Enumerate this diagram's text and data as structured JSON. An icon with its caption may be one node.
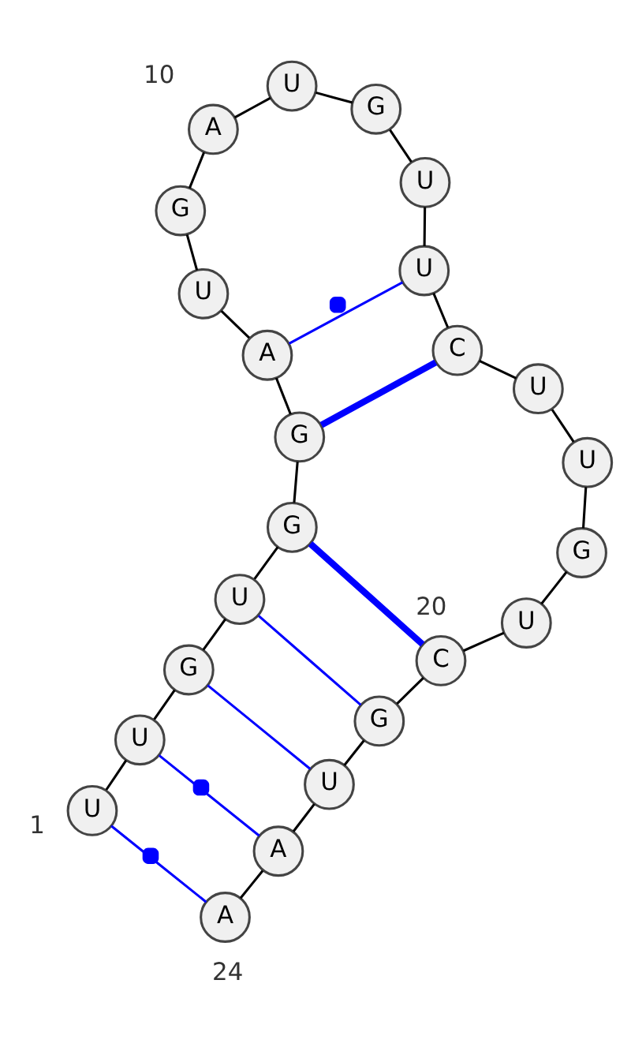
{
  "diagram": {
    "nodes": [
      {
        "text": [
          "U"
        ],
        "beside": [
          "1"
        ]
      },
      {
        "text": [
          "U"
        ]
      },
      {
        "text": [
          "G"
        ]
      },
      {
        "text": [
          "U"
        ]
      },
      {
        "text": [
          "G"
        ]
      },
      {
        "text": [
          "G"
        ]
      },
      {
        "text": [
          "A"
        ]
      },
      {
        "text": [
          "U"
        ]
      },
      {
        "text": [
          "G"
        ]
      },
      {
        "text": [
          "A"
        ],
        "beside": [
          "10"
        ]
      },
      {
        "text": [
          "U"
        ]
      },
      {
        "text": [
          "G"
        ]
      },
      {
        "text": [
          "U"
        ]
      },
      {
        "text": [
          "U"
        ]
      },
      {
        "text": [
          "C"
        ]
      },
      {
        "text": [
          "U"
        ]
      },
      {
        "text": [
          "U"
        ]
      },
      {
        "text": [
          "G"
        ]
      },
      {
        "text": [
          "U"
        ]
      },
      {
        "text": [
          "C"
        ],
        "beside": [
          "20"
        ]
      },
      {
        "text": [
          "G"
        ]
      },
      {
        "text": [
          "U"
        ]
      },
      {
        "text": [
          "A"
        ]
      },
      {
        "text": [
          "A"
        ],
        "beside": [
          "24"
        ]
      }
    ],
    "edges": [
      {
        "from": 0,
        "to": 1,
        "arrow": "none"
      },
      {
        "from": 1,
        "to": 2,
        "arrow": "none"
      },
      {
        "from": 2,
        "to": 3,
        "arrow": "none"
      },
      {
        "from": 3,
        "to": 4,
        "arrow": "none"
      },
      {
        "from": 4,
        "to": 5,
        "arrow": "none"
      },
      {
        "from": 5,
        "to": 6,
        "arrow": "none"
      },
      {
        "from": 6,
        "to": 7,
        "arrow": "none"
      },
      {
        "from": 7,
        "to": 8,
        "arrow": "none"
      },
      {
        "from": 8,
        "to": 9,
        "arrow": "none"
      },
      {
        "from": 9,
        "to": 10,
        "arrow": "none"
      },
      {
        "from": 10,
        "to": 11,
        "arrow": "none"
      },
      {
        "from": 11,
        "to": 12,
        "arrow": "none"
      },
      {
        "from": 12,
        "to": 13,
        "arrow": "none"
      },
      {
        "from": 13,
        "to": 14,
        "arrow": "none"
      },
      {
        "from": 14,
        "to": 15,
        "arrow": "none"
      },
      {
        "from": 15,
        "to": 16,
        "arrow": "none"
      },
      {
        "from": 16,
        "to": 17,
        "arrow": "none"
      },
      {
        "from": 17,
        "to": 18,
        "arrow": "none"
      },
      {
        "from": 18,
        "to": 19,
        "arrow": "none"
      },
      {
        "from": 19,
        "to": 20,
        "arrow": "none"
      },
      {
        "from": 20,
        "to": 21,
        "arrow": "none"
      },
      {
        "from": 21,
        "to": 22,
        "arrow": "none"
      },
      {
        "from": 22,
        "to": 23,
        "arrow": "none"
      },
      {
        "from": 0,
        "to": 23,
        "arrow": "none",
        "color": "#0000ff"
      },
      {
        "from": 1,
        "to": 22,
        "arrow": "none",
        "color": "#0000ff"
      },
      {
        "from": 2,
        "to": 21,
        "arrow": "none",
        "color": "#0000ff"
      },
      {
        "from": 3,
        "to": 20,
        "arrow": "none",
        "color": "#0000ff"
      },
      {
        "from": 4,
        "to": 19,
        "arrow": "none",
        "color": "#0000ff",
        "style": "thick"
      },
      {
        "from": 5,
        "to": 14,
        "arrow": "none",
        "color": "#0000ff",
        "style": "thick"
      },
      {
        "from": 6,
        "to": 13,
        "arrow": "none",
        "color": "#0000ff"
      }
    ]
  }
}
